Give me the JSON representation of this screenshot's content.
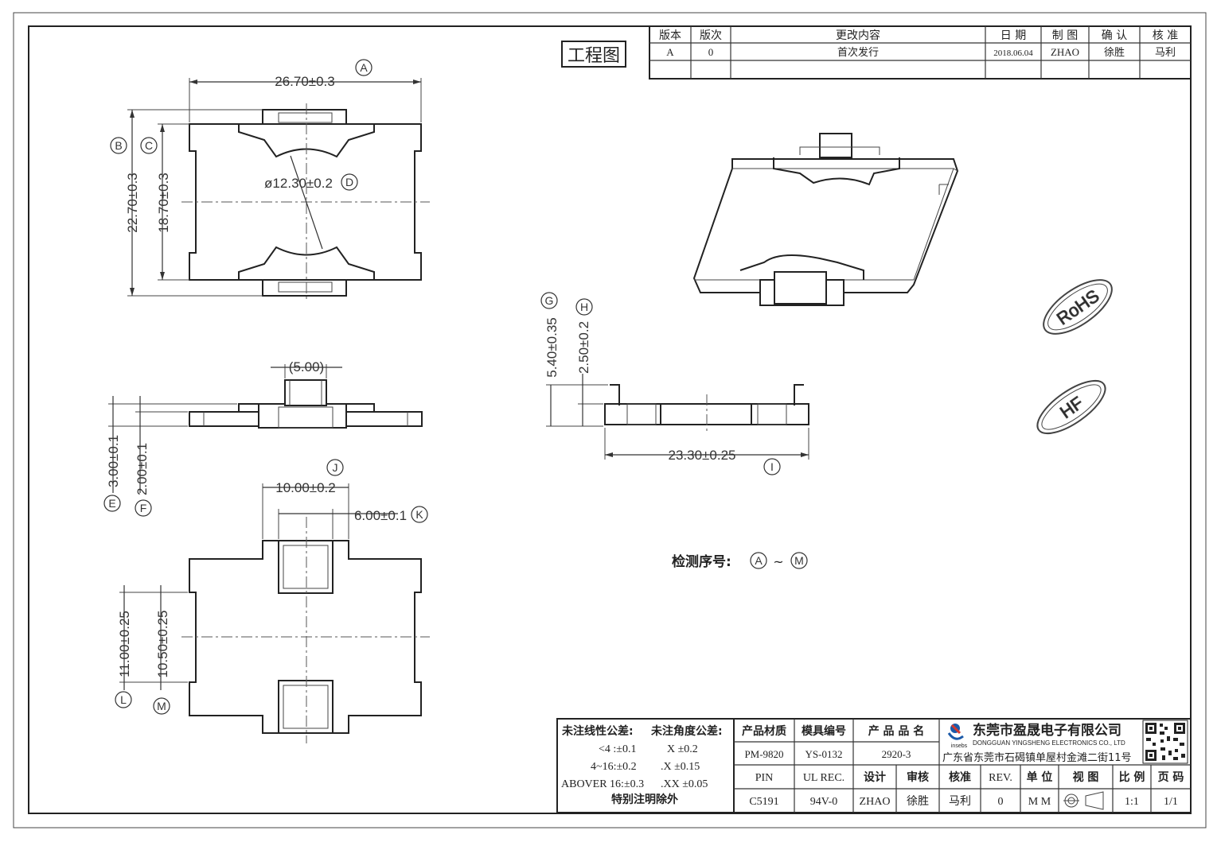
{
  "title": "工程图",
  "revision": {
    "headers": [
      "版本",
      "版次",
      "更改内容",
      "日 期",
      "制 图",
      "确 认",
      "核 准"
    ],
    "rows": [
      [
        "A",
        "0",
        "首次发行",
        "2018.06.04",
        "ZHAO",
        "徐胜",
        "马利"
      ]
    ]
  },
  "dimensions": {
    "a": "26.70±0.3",
    "a_id": "A",
    "b": "22.70±0.3",
    "b_id": "B",
    "c": "18.70±0.3",
    "c_id": "C",
    "d": "ø12.30±0.2",
    "d_id": "D",
    "e": "3.00±0.1",
    "e_id": "E",
    "f": "2.00±0.1",
    "f_id": "F",
    "g": "5.40±0.35",
    "g_id": "G",
    "h": "2.50±0.2",
    "h_id": "H",
    "i": "23.30±0.25",
    "i_id": "I",
    "j": "10.00±0.2",
    "j_id": "J",
    "k": "6.00±0.1",
    "k_id": "K",
    "l": "11.00±0.25",
    "l_id": "L",
    "m": "10.50±0.25",
    "m_id": "M",
    "ref": "(5.00)"
  },
  "inspection": {
    "label": "检测序号:",
    "from": "A",
    "sep": "~",
    "to": "M"
  },
  "marks": {
    "rohs": "RoHS",
    "hf": "HF"
  },
  "tolerance": {
    "linear_label": "未注线性公差:",
    "angle_label": "未注角度公差:",
    "rows": [
      [
        "<4 :±0.1",
        "X ±0.2"
      ],
      [
        "4~16:±0.2",
        ".X ±0.15"
      ],
      [
        "ABOVER 16:±0.3",
        ".XX ±0.05"
      ]
    ],
    "note": "特别注明除外"
  },
  "titleblock": {
    "material_label": "产品材质",
    "material": "PM-9820",
    "mold_label": "模具编号",
    "mold": "YS-0132",
    "product_label": "产 品 品 名",
    "product": "2920-3",
    "pin_label": "PIN",
    "pin": "C5191",
    "ul_label": "UL REC.",
    "ul": "94V-0",
    "design_label": "设计",
    "design": "ZHAO",
    "review_label": "审核",
    "review": "徐胜",
    "approve_label": "核准",
    "approve": "马利",
    "rev_label": "REV.",
    "rev": "0",
    "unit_label": "单 位",
    "unit": "M M",
    "view_label": "视 图",
    "scale_label": "比 例",
    "scale": "1:1",
    "page_label": "页 码",
    "page": "1/1",
    "company_cn": "东莞市盈晟电子有限公司",
    "company_en": "DONGGUAN YINGSHENG ELECTRONICS CO., LTD",
    "logo_text": "insebs",
    "address": "广东省东莞市石碣镇单屋村金滩二街11号"
  }
}
